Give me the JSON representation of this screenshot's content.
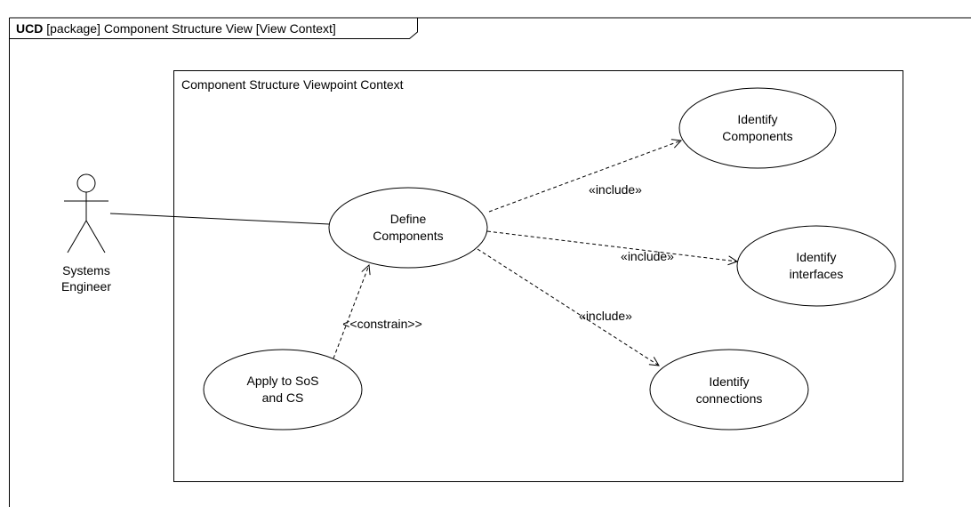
{
  "frame": {
    "keyword": "UCD",
    "title_rest": " [package] Component Structure View [View Context]"
  },
  "boundary": {
    "title": "Component Structure Viewpoint Context"
  },
  "actor": {
    "name_line1": "Systems",
    "name_line2": "Engineer"
  },
  "use_cases": {
    "define_components": {
      "line1": "Define",
      "line2": "Components"
    },
    "identify_components": {
      "line1": "Identify",
      "line2": "Components"
    },
    "identify_interfaces": {
      "line1": "Identify",
      "line2": "interfaces"
    },
    "identify_connections": {
      "line1": "Identify",
      "line2": "connections"
    },
    "apply_to_sos": {
      "line1": "Apply to SoS",
      "line2": "and CS"
    }
  },
  "relations": {
    "include_components": "«include»",
    "include_interfaces": "«include»",
    "include_connections": "«include»",
    "constrain": "<<constrain>>"
  }
}
